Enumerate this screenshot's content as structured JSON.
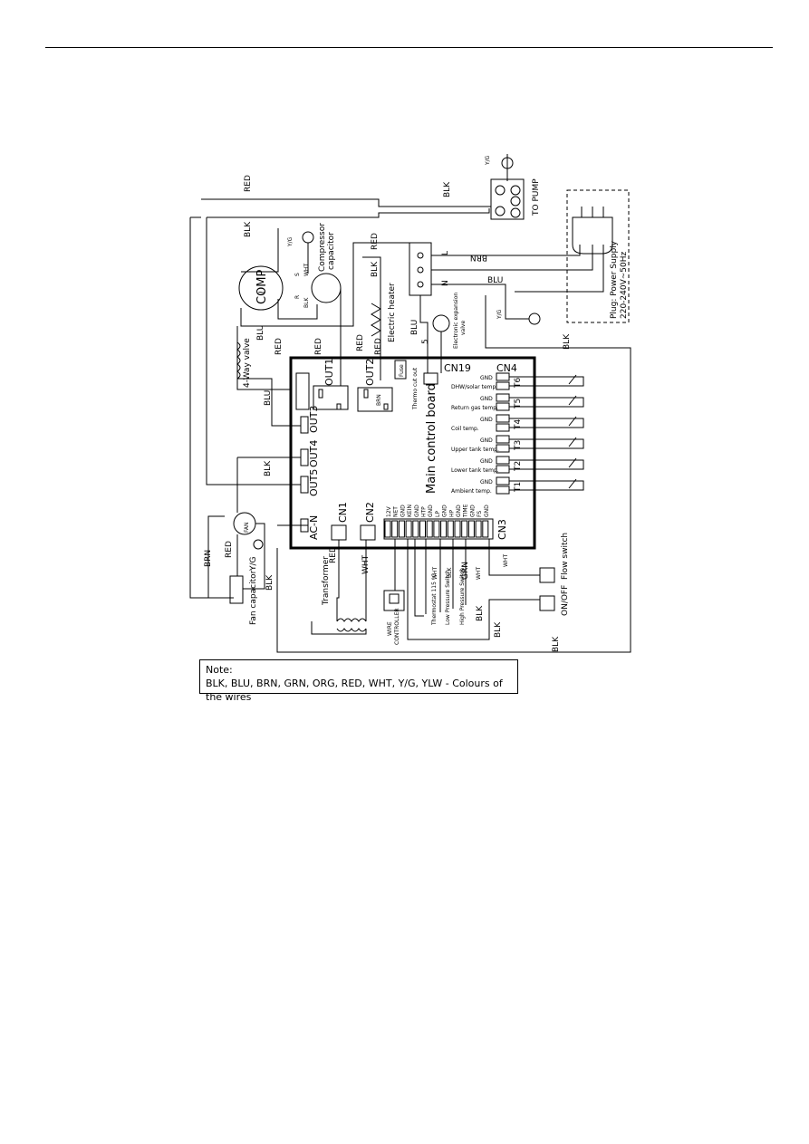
{
  "labels": {
    "comp": "COMP",
    "comp_symbol": "~",
    "compressor_capacitor": "Compressor",
    "compressor_capacitor2": "capacitor",
    "s": "S",
    "r": "R",
    "valve_4way": "4-Way valve",
    "fan": "FAN",
    "fan_capacitor": "Fan capacitor",
    "transformer": "Transformer",
    "wire_controller_1": "WIRE",
    "wire_controller_2": "CONTROLLER",
    "electric_heater": "Electric heater",
    "thermo_cut_out": "Thermo cut out",
    "fuse_thermo": "Fuse",
    "electronic_expansion_1": "Electronic expansion",
    "electronic_expansion_2": "valve",
    "exp_pins": "5",
    "to_pump": "TO PUMP",
    "plug_1": "Plug: Power Supply",
    "plug_2": "220-240V~50Hz",
    "main_board": "Main control board",
    "fuse": "FUSE",
    "flow_switch": "Flow switch",
    "on_off": "ON/OFF",
    "thermostat": "Thermostat 115 °C",
    "low_pressure": "Low Pressure Switch",
    "high_pressure": "High Pressure Switch",
    "terminal_l": "L",
    "terminal_n": "N"
  },
  "board_ports": {
    "out1": "OUT1",
    "out2": "OUT2",
    "out3": "OUT3",
    "out4": "OUT4",
    "out5": "OUT5",
    "acn": "AC-N",
    "cn1": "CN1",
    "cn2": "CN2",
    "cn3": "CN3",
    "cn4": "CN4",
    "cn19": "CN19",
    "brn": "BRN"
  },
  "cn3_pins": [
    "12V",
    "NET",
    "GND",
    "KEIN",
    "GND",
    "HTP",
    "GND",
    "LP",
    "GND",
    "HP",
    "GND",
    "TIME",
    "GND",
    "FS",
    "GND"
  ],
  "sensors": [
    {
      "id": "T6",
      "gnd": "GND",
      "name": "DHW/solar temp."
    },
    {
      "id": "T5",
      "gnd": "GND",
      "name": "Return gas temp."
    },
    {
      "id": "T4",
      "gnd": "GND",
      "name": "Coil temp."
    },
    {
      "id": "T3",
      "gnd": "GND",
      "name": "Upper tank temp."
    },
    {
      "id": "T2",
      "gnd": "GND",
      "name": "Lower tank temp."
    },
    {
      "id": "T1",
      "gnd": "GND",
      "name": "Ambient temp."
    }
  ],
  "wire_colors": {
    "red": "RED",
    "blk": "BLK",
    "blu": "BLU",
    "brn": "BRN",
    "wht": "WHT",
    "yg": "Y/G",
    "grn": "GRN"
  },
  "note": {
    "title": "Note:",
    "text": "BLK, BLU, BRN, GRN, ORG, RED, WHT, Y/G, YLW - Colours of the wires"
  }
}
